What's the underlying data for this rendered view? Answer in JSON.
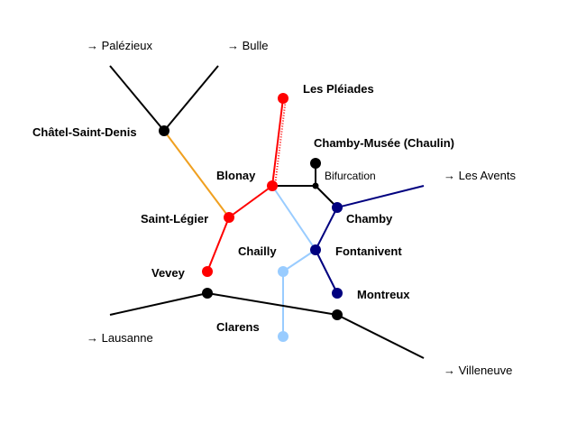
{
  "map": {
    "colors": {
      "main_line": "#000000",
      "orange_line": "#f0a020",
      "red_line": "#ff0000",
      "light_blue_line": "#99ccff",
      "dark_blue_line": "#00007f"
    },
    "stations": {
      "chatel_saint_denis": "Châtel-Saint-Denis",
      "les_pleiades": "Les Pléiades",
      "chamby_musee": "Chamby-Musée (Chaulin)",
      "blonay": "Blonay",
      "bifurcation": "Bifurcation",
      "saint_legier": "Saint-Légier",
      "chamby": "Chamby",
      "chailly": "Chailly",
      "fontanivent": "Fontanivent",
      "vevey": "Vevey",
      "montreux": "Montreux",
      "clarens": "Clarens"
    },
    "directions": {
      "palezieux": "→ Palézieux",
      "bulle": "→ Bulle",
      "les_avents": "→ Les Avents",
      "lausanne": "→ Lausanne",
      "villeneuve": "→ Villeneuve"
    }
  }
}
